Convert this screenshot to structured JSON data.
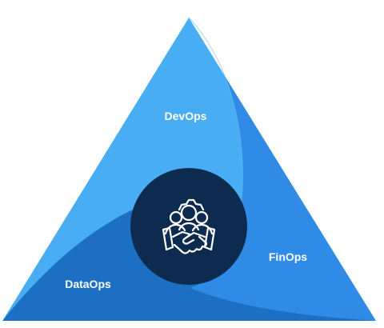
{
  "diagram": {
    "segments": [
      {
        "id": "devops",
        "label": "DevOps"
      },
      {
        "id": "finops",
        "label": "FinOps"
      },
      {
        "id": "dataops",
        "label": "DataOps"
      }
    ],
    "center_icon": "handshake-team-gear-icon",
    "colors": {
      "devops": "#49adf3",
      "finops": "#2f8be6",
      "dataops": "#1d6fc4",
      "center": "#0d2a4f",
      "icon": "#ffffff",
      "label": "#ffffff"
    }
  }
}
